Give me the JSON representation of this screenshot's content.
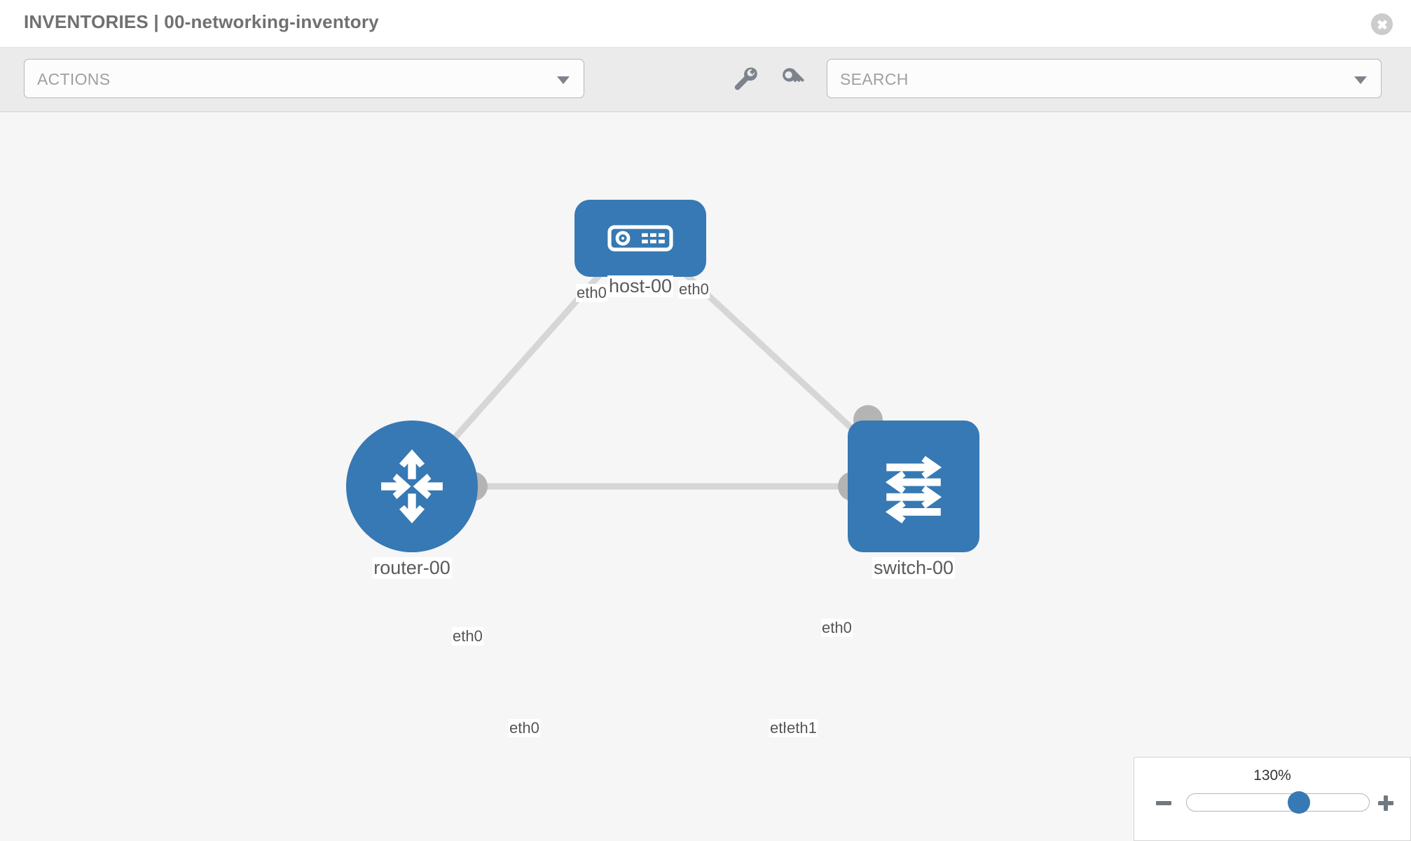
{
  "header": {
    "title": "INVENTORIES | 00-networking-inventory",
    "close_icon": "close-circle-icon"
  },
  "toolbar": {
    "actions_label": "ACTIONS",
    "actions_caret": "chevron-down-icon",
    "wrench_icon": "wrench-icon",
    "key_icon": "key-icon",
    "search_placeholder": "SEARCH",
    "search_caret": "chevron-down-icon"
  },
  "topology": {
    "nodes": [
      {
        "id": "host",
        "label": "host-00",
        "type": "host",
        "icon": "server-appliance-icon",
        "color": "#3679b4"
      },
      {
        "id": "router",
        "label": "router-00",
        "type": "router",
        "icon": "router-arrows-icon",
        "color": "#3679b4"
      },
      {
        "id": "switch",
        "label": "switch-00",
        "type": "switch",
        "icon": "switch-arrows-icon",
        "color": "#3679b4"
      }
    ],
    "links": [
      {
        "from": "host",
        "to": "router",
        "from_port": "eth0",
        "to_port": "eth0"
      },
      {
        "from": "host",
        "to": "switch",
        "from_port": "eth0",
        "to_port": "eth0"
      },
      {
        "from": "router",
        "to": "switch",
        "from_port": "eth0",
        "to_port": "eth1"
      }
    ],
    "edge_labels": {
      "host_left": "eth0",
      "host_right": "eth0",
      "router_up": "eth0",
      "switch_up": "eth0",
      "router_right": "eth0",
      "switch_left_hidden": "eth0",
      "switch_left": "eth1"
    }
  },
  "zoom_control": {
    "value": "130%",
    "minus_icon": "minus-icon",
    "plus_icon": "plus-icon"
  }
}
